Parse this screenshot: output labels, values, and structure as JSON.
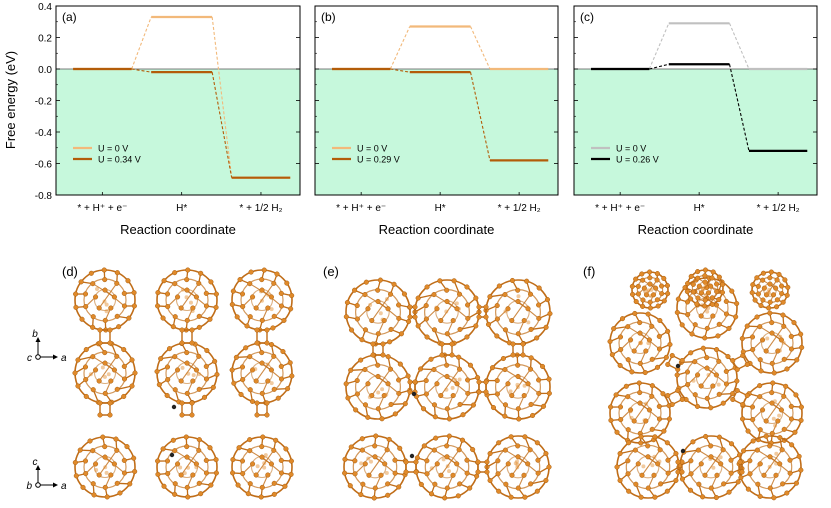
{
  "colors": {
    "shade": "#c6f8dc",
    "light_orange": "#f2b97a",
    "dark_orange": "#b35c09",
    "light_gray": "#c0c0c0",
    "black": "#000000",
    "atom": "#e08a2a",
    "atom_dark": "#a85e10",
    "bond": "#c06d18"
  },
  "ylabel": "Free energy (eV)",
  "xlabel": "Reaction coordinate",
  "structure_labels": [
    "(d)",
    "(e)",
    "(f)"
  ],
  "axis_labels": {
    "b": "b",
    "c": "c",
    "a": "a"
  },
  "chart_data": [
    {
      "type": "line",
      "panel_label": "(a)",
      "ylim": [
        -0.8,
        0.4
      ],
      "yticks": [
        "0.4",
        "0.2",
        "0.0",
        "-0.2",
        "-0.4",
        "-0.6",
        "-0.8"
      ],
      "categories": [
        "* + H⁺ + e⁻",
        "H*",
        "* + 1/2 H₂"
      ],
      "series": [
        {
          "name": "U = 0 V",
          "values": [
            0.0,
            0.33,
            -0.69
          ],
          "color": "#f2b97a"
        },
        {
          "name": "U = 0.34 V",
          "values": [
            0.0,
            -0.02,
            -0.69
          ],
          "color": "#b35c09"
        }
      ]
    },
    {
      "type": "line",
      "panel_label": "(b)",
      "ylim": [
        -0.8,
        0.4
      ],
      "categories": [
        "* + H⁺ + e⁻",
        "H*",
        "* + 1/2 H₂"
      ],
      "series": [
        {
          "name": "U = 0 V",
          "values": [
            0.0,
            0.27,
            0.0
          ],
          "color": "#f2b97a"
        },
        {
          "name": "U = 0.29 V",
          "values": [
            0.0,
            -0.02,
            -0.58
          ],
          "color": "#b35c09"
        }
      ]
    },
    {
      "type": "line",
      "panel_label": "(c)",
      "ylim": [
        -0.8,
        0.4
      ],
      "categories": [
        "* + H⁺ + e⁻",
        "H*",
        "* + 1/2 H₂"
      ],
      "series": [
        {
          "name": "U = 0 V",
          "values": [
            0.0,
            0.29,
            0.0
          ],
          "color": "#c0c0c0"
        },
        {
          "name": "U = 0.26 V",
          "values": [
            0.0,
            0.03,
            -0.52
          ],
          "color": "#000000"
        }
      ]
    }
  ]
}
